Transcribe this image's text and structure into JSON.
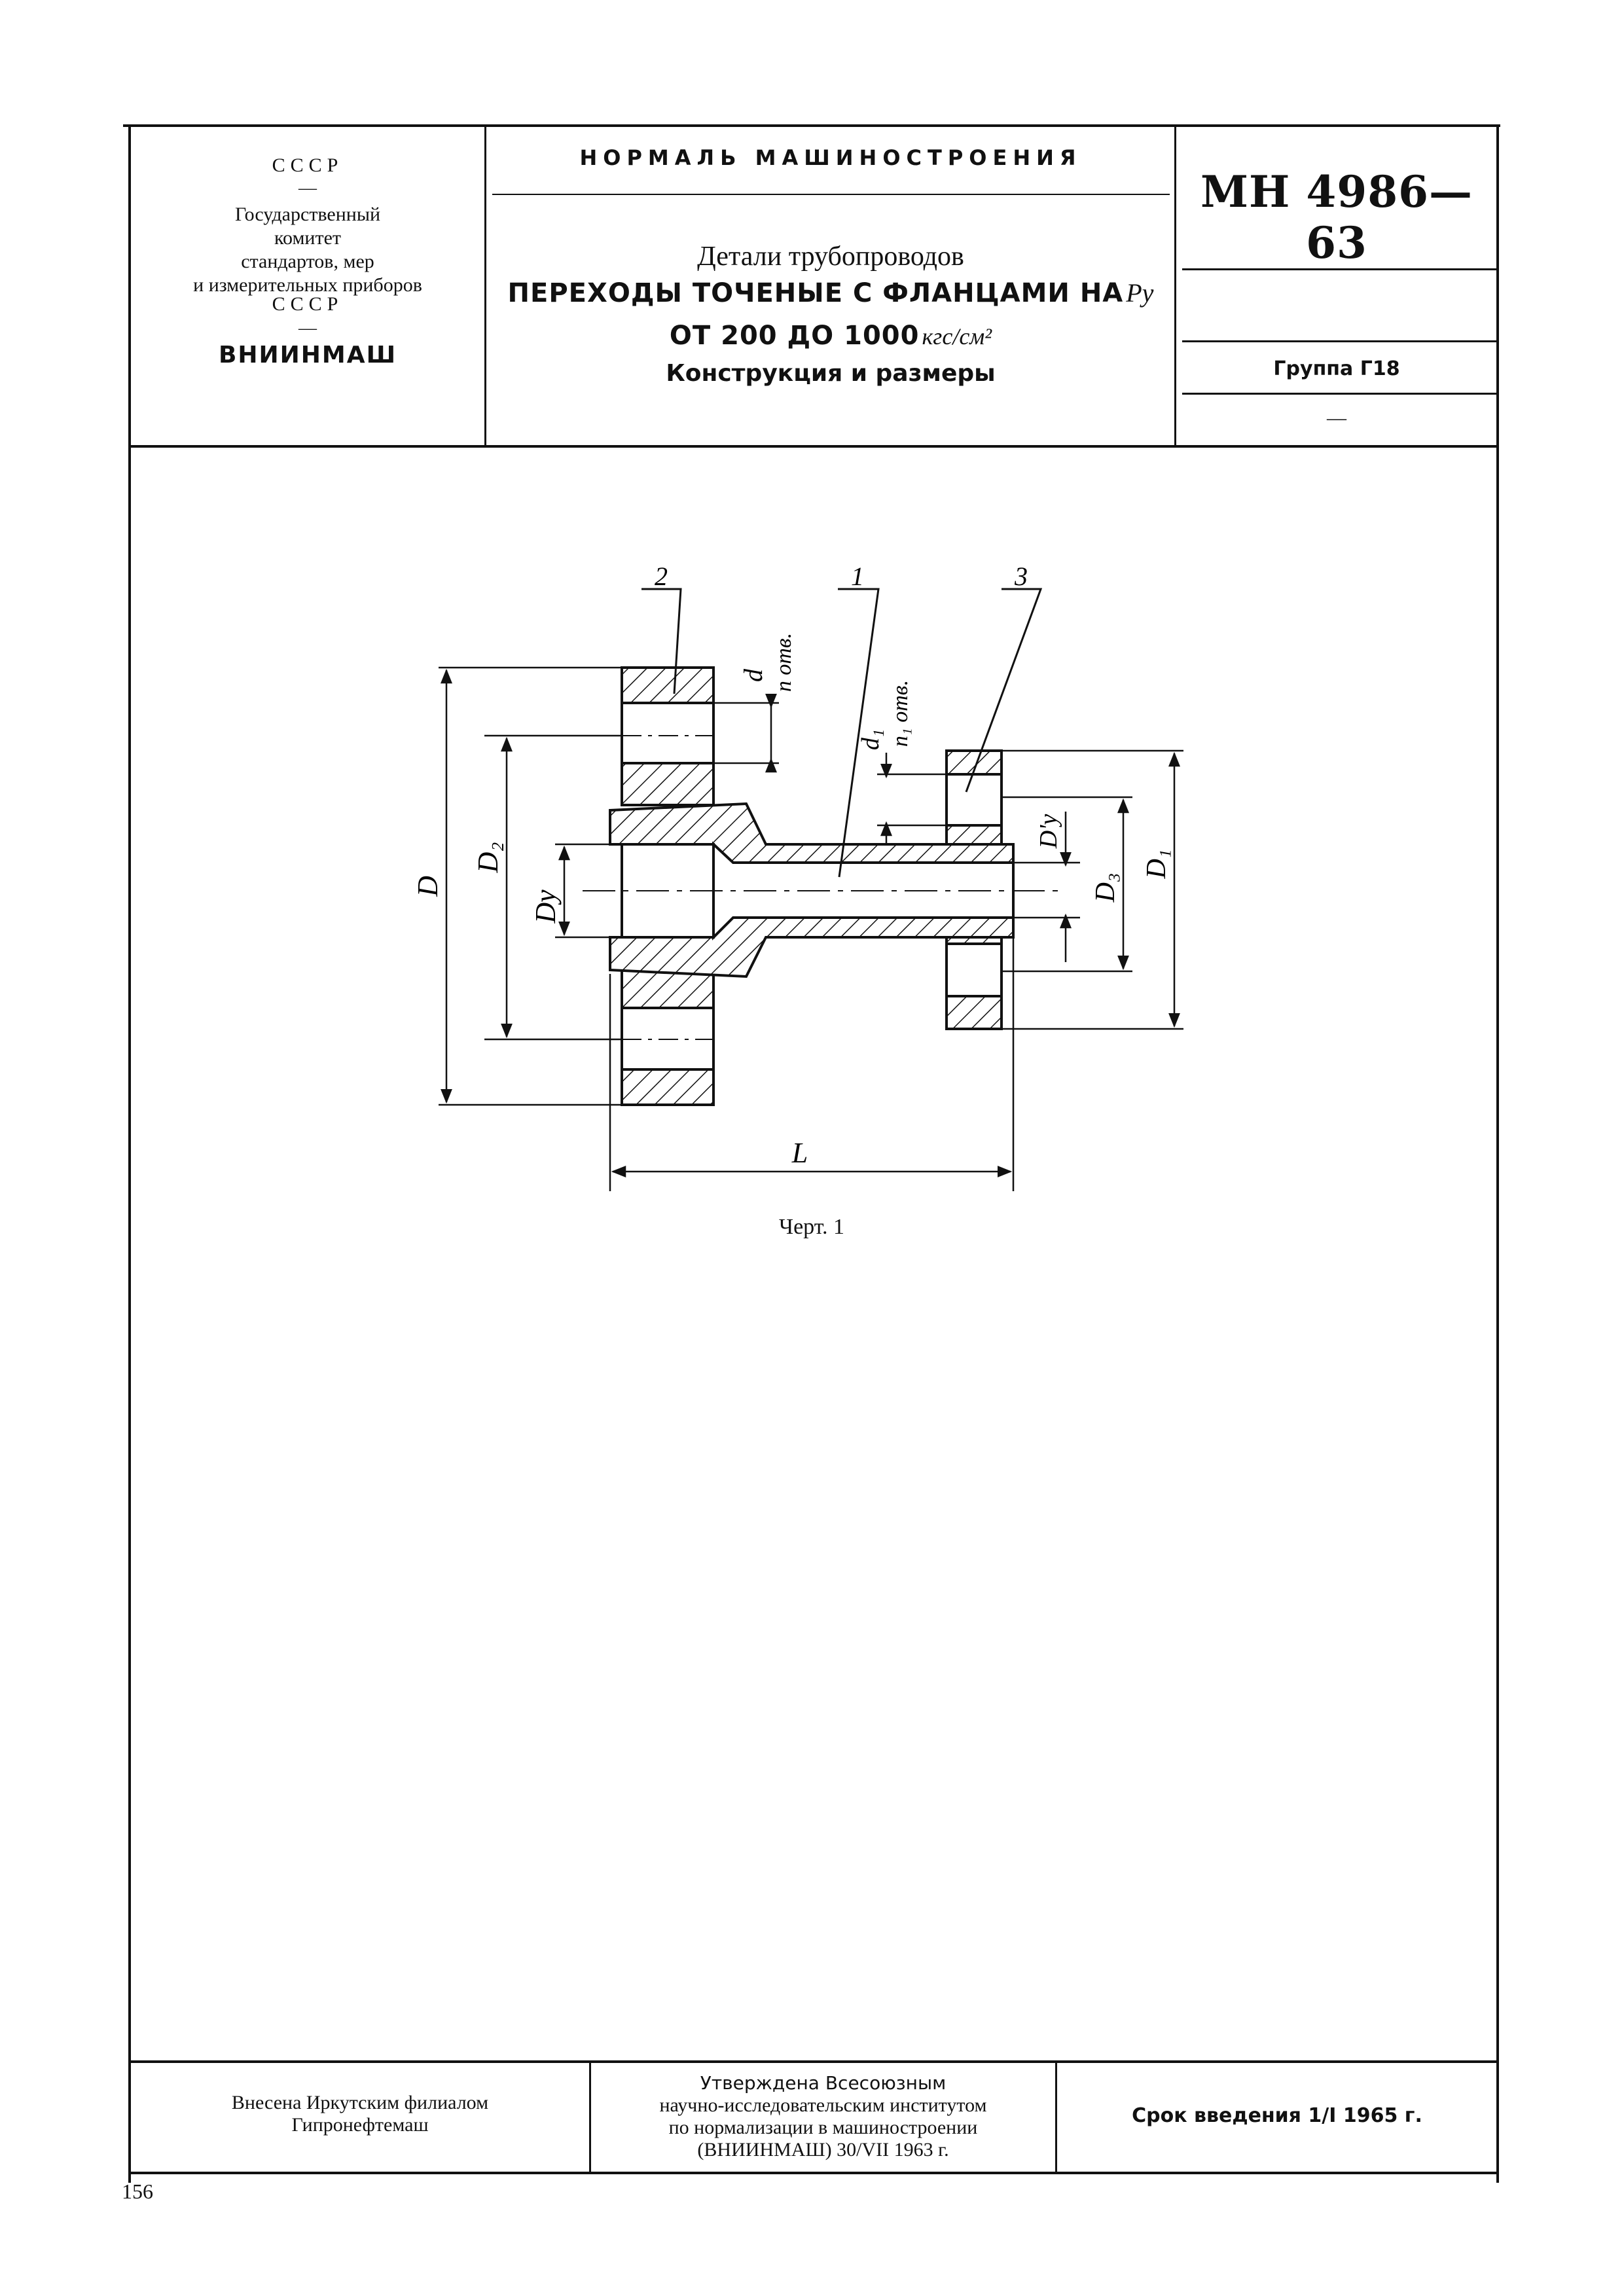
{
  "header": {
    "org_line1": "СССР",
    "org_dash": "—",
    "org_body": [
      "Государственный",
      "комитет",
      "стандартов, мер",
      "и измерительных приборов"
    ],
    "org_line2": "СССР",
    "org_name": "ВНИИНМАШ",
    "series": "НОРМАЛЬ МАШИНОСТРОЕНИЯ",
    "subtitle": "Детали трубопроводов",
    "title_line1": "ПЕРЕХОДЫ ТОЧЕНЫЕ С ФЛАНЦАМИ НА",
    "title_pressure_symbol": "Pу",
    "title_line2": "ОТ 200 ДО 1000",
    "title_line2_unit": "кгс/см²",
    "title_line3": "Конструкция и размеры",
    "doc_code": "МН 4986—63",
    "group": "Группа Г18",
    "group_dash": "—"
  },
  "drawing": {
    "callouts": [
      "2",
      "1",
      "3"
    ],
    "dim_labels": {
      "D": "D",
      "D2": "D₂",
      "Dy": "Dу",
      "d": "d",
      "n_otv": "n отв.",
      "d1": "d₁",
      "n1_otv": "n₁ отв.",
      "Dy_prime": "D'у",
      "D3": "D₃",
      "D1": "D₁",
      "L": "L"
    },
    "caption": "Черт. 1"
  },
  "footer": {
    "introduced": [
      "Внесена Иркутским филиалом",
      "Гипронефтемаш"
    ],
    "approved": [
      "Утверждена Всесоюзным",
      "научно-исследовательским институтом",
      "по нормализации в машиностроении",
      "(ВНИИНМАШ) 30/VII 1963 г."
    ],
    "effective": "Срок введения 1/I 1965 г."
  },
  "page_number": "156"
}
